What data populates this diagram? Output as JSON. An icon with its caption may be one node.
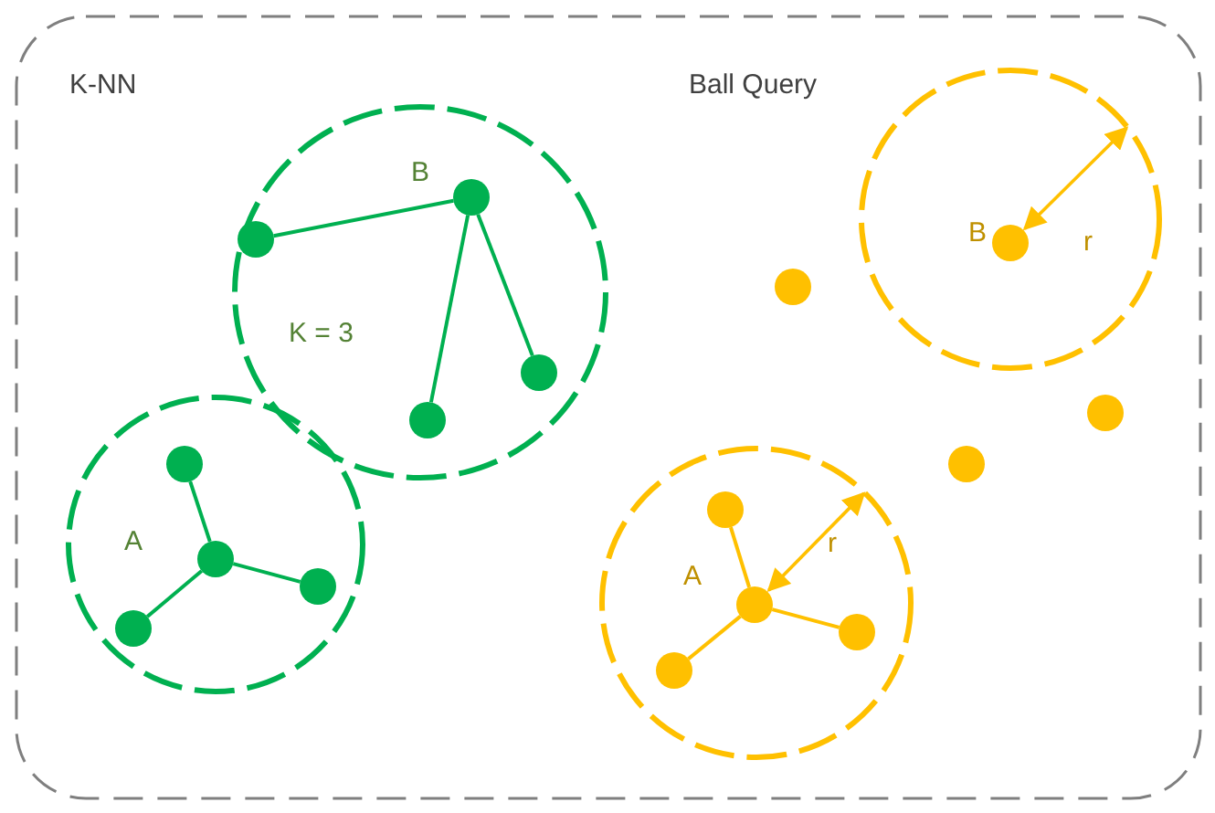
{
  "diagram": {
    "nodes": [
      {
        "text": [],
        "shape": "box"
      },
      {
        "text": [
          "B",
          "K = 3"
        ],
        "in": 0
      },
      {
        "text": [],
        "shape": "circle",
        "in": 1
      },
      {
        "text": [],
        "shape": "circle",
        "in": 1
      },
      {
        "text": [],
        "shape": "circle",
        "in": 1
      },
      {
        "text": [],
        "shape": "circle",
        "in": 1
      },
      {
        "text": [
          "B"
        ],
        "in": 0
      },
      {
        "text": [],
        "shape": "circle",
        "in": 6
      },
      {
        "text": [],
        "shape": "circle",
        "in": 0
      },
      {
        "text": [],
        "shape": "circle",
        "in": 0
      },
      {
        "text": [],
        "shape": "circle",
        "in": 0
      },
      {
        "text": [
          "A"
        ],
        "in": 0
      },
      {
        "text": [],
        "shape": "circle",
        "in": 11
      },
      {
        "text": [],
        "shape": "circle",
        "in": 11
      },
      {
        "text": [],
        "shape": "circle",
        "in": 11
      },
      {
        "text": [],
        "shape": "circle",
        "in": 11
      },
      {
        "text": [
          "A"
        ],
        "in": 0
      },
      {
        "text": [],
        "shape": "circle",
        "in": 16
      },
      {
        "text": [],
        "shape": "circle",
        "in": 16
      },
      {
        "text": [],
        "shape": "circle",
        "in": 16
      },
      {
        "text": [],
        "shape": "circle",
        "in": 16
      }
    ],
    "edges": [
      {
        "from": 4,
        "to": 2,
        "arrow": "none"
      },
      {
        "from": 4,
        "to": 3,
        "arrow": "none"
      },
      {
        "from": 4,
        "to": 5,
        "arrow": "none"
      },
      {
        "from": 14,
        "to": 12,
        "arrow": "none"
      },
      {
        "from": 14,
        "to": 13,
        "arrow": "none"
      },
      {
        "from": 14,
        "to": 15,
        "arrow": "none"
      },
      {
        "from": 19,
        "to": 17,
        "arrow": "none",
        "color": "#ffc000"
      },
      {
        "from": 19,
        "to": 18,
        "arrow": "none",
        "color": "#ffc000"
      },
      {
        "from": 19,
        "to": 20,
        "arrow": "none",
        "color": "#ffc000"
      },
      {
        "from": 7,
        "to": 6,
        "arrow": "both",
        "color": "#ffc000"
      },
      {
        "from": 19,
        "to": 16,
        "arrow": "both",
        "color": "#ffc000"
      }
    ],
    "labels": [
      "K-NN",
      "Ball Query",
      "r",
      "r"
    ]
  }
}
